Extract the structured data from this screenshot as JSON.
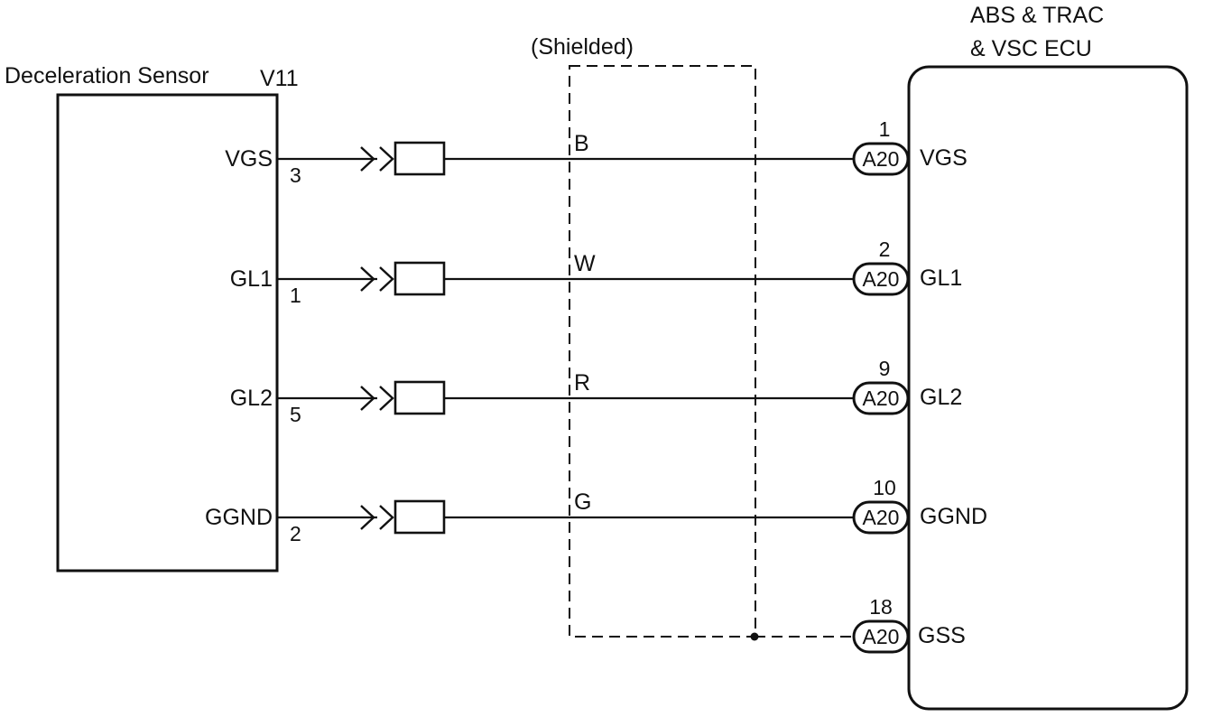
{
  "sensor": {
    "title": "Deceleration Sensor",
    "code": "V11"
  },
  "shield_label": "(Shielded)",
  "ecu": {
    "title_line1": "ABS & TRAC",
    "title_line2": "& VSC ECU"
  },
  "connector_code": "A20",
  "circuits": [
    {
      "sensor_pin_name": "VGS",
      "sensor_pin": "3",
      "wire_color": "B",
      "ecu_pin": "1",
      "ecu_terminal": "VGS"
    },
    {
      "sensor_pin_name": "GL1",
      "sensor_pin": "1",
      "wire_color": "W",
      "ecu_pin": "2",
      "ecu_terminal": "GL1"
    },
    {
      "sensor_pin_name": "GL2",
      "sensor_pin": "5",
      "wire_color": "R",
      "ecu_pin": "9",
      "ecu_terminal": "GL2"
    },
    {
      "sensor_pin_name": "GGND",
      "sensor_pin": "2",
      "wire_color": "G",
      "ecu_pin": "10",
      "ecu_terminal": "GGND"
    }
  ],
  "shield_ground": {
    "ecu_pin": "18",
    "ecu_terminal": "GSS"
  }
}
